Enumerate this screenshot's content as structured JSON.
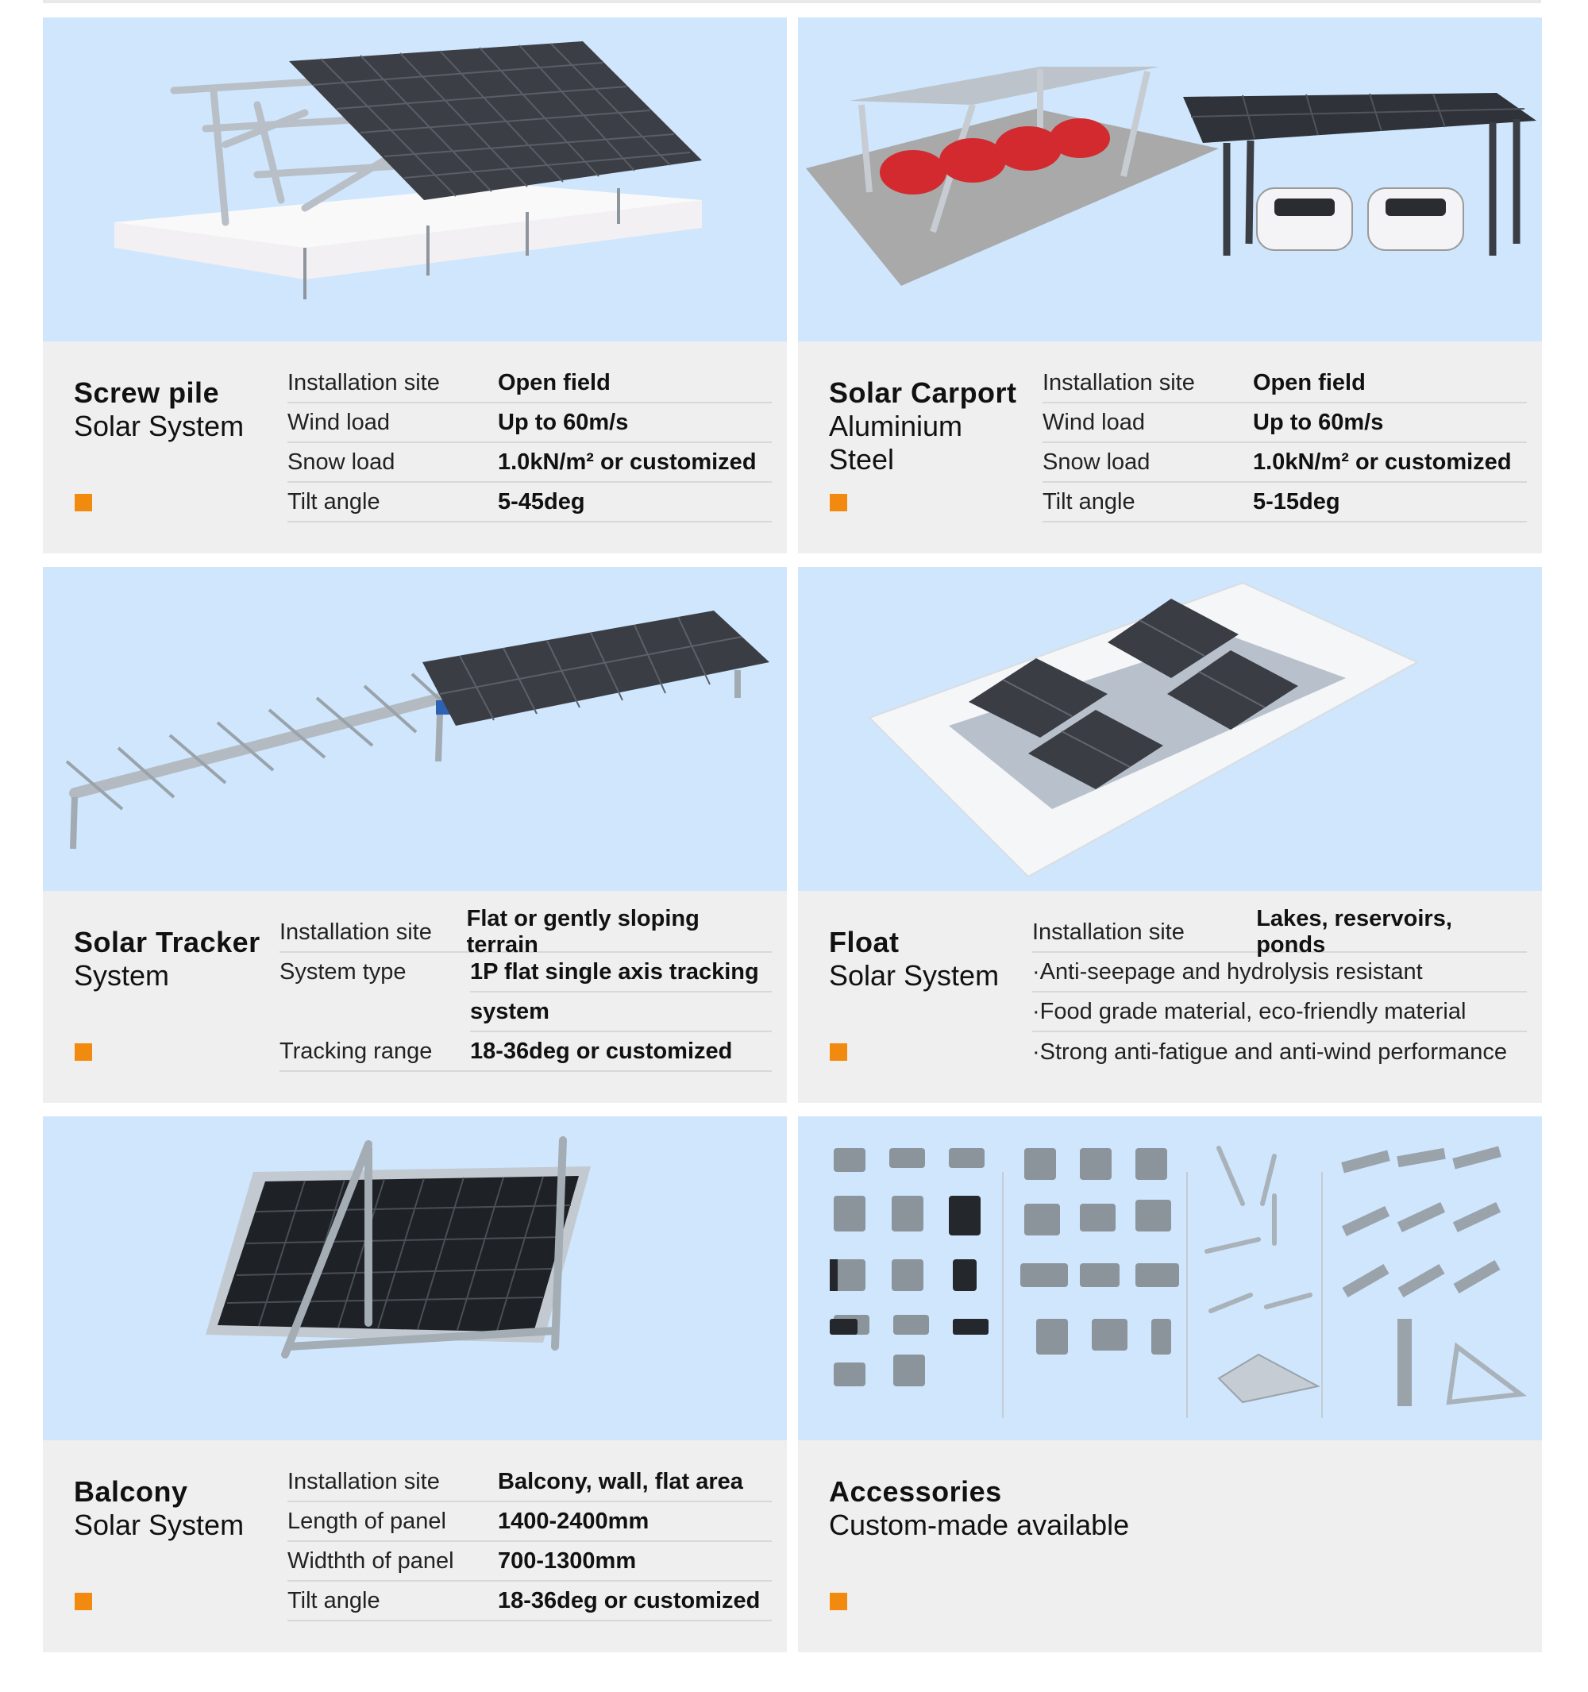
{
  "cards": [
    {
      "title_bold": "Screw pile",
      "title_lines": [
        "Solar System"
      ],
      "specs": [
        {
          "label": "Installation site",
          "value": "Open field"
        },
        {
          "label": "Wind load",
          "value": "Up to 60m/s"
        },
        {
          "label": "Snow load",
          "value": "1.0kN/m² or customized"
        },
        {
          "label": "Tilt angle",
          "value": "5-45deg"
        }
      ]
    },
    {
      "title_bold": "Solar Carport",
      "title_lines": [
        "Aluminium",
        "Steel"
      ],
      "specs": [
        {
          "label": "Installation site",
          "value": "Open field"
        },
        {
          "label": "Wind load",
          "value": "Up to 60m/s"
        },
        {
          "label": "Snow load",
          "value": "1.0kN/m² or customized"
        },
        {
          "label": "Tilt angle",
          "value": "5-15deg"
        }
      ]
    },
    {
      "title_bold": "Solar Tracker",
      "title_lines": [
        "System"
      ],
      "specs": [
        {
          "label": "Installation site",
          "value": "Flat or gently sloping terrain"
        },
        {
          "label": "System type",
          "value": "1P flat single axis tracking"
        },
        {
          "label": "",
          "value": "system"
        },
        {
          "label": "Tracking range",
          "value": "18-36deg or customized"
        }
      ]
    },
    {
      "title_bold": "Float",
      "title_lines": [
        "Solar System"
      ],
      "specs": [
        {
          "label": "Installation site",
          "value": "Lakes, reservoirs, ponds"
        }
      ],
      "bullets": [
        "·Anti-seepage and hydrolysis resistant",
        "·Food grade material, eco-friendly material",
        "·Strong anti-fatigue and anti-wind performance"
      ]
    },
    {
      "title_bold": "Balcony",
      "title_lines": [
        "Solar System"
      ],
      "specs": [
        {
          "label": "Installation site",
          "value": "Balcony, wall, flat area"
        },
        {
          "label": "Length of panel",
          "value": "1400-2400mm"
        },
        {
          "label": "Widthth of panel",
          "value": "700-1300mm"
        },
        {
          "label": "Tilt angle",
          "value": "18-36deg or customized"
        }
      ]
    },
    {
      "title_bold": "Accessories",
      "title_lines": [
        "Custom-made available"
      ],
      "specs": []
    }
  ],
  "colors": {
    "photo_bg": "#cfe6fd",
    "info_bg": "#efefef",
    "marker": "#f28a10",
    "panel": "#3a3d44",
    "frame": "#aab2ba"
  },
  "icons": {
    "marker": "orange-square-icon"
  }
}
